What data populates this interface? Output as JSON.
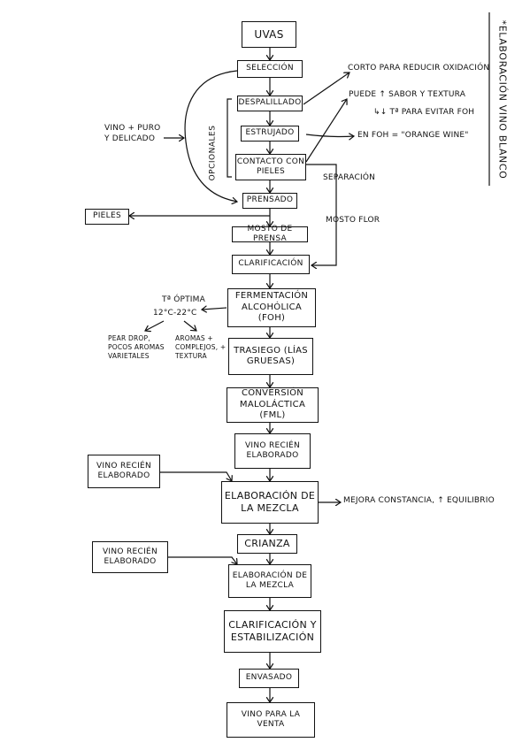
{
  "title": "*Elaboración vino blanco",
  "nodes": {
    "uvas": "Uvas",
    "seleccion": "Selección",
    "despalillado": "Despalillado",
    "estrujado": "Estrujado",
    "contacto": "Contacto con pieles",
    "prensado": "Prensado",
    "mosto_prensa": "Mosto de prensa",
    "clarificacion": "Clarificación",
    "fermentacion": "Fermentación alcohólica (FOH)",
    "trasiego": "Trasiego (lías gruesas)",
    "conversion": "Conversión maloláctica (FML)",
    "vino_recien_1": "Vino recién elaborado",
    "vino_recien_2": "Vino recién elaborado",
    "elaboracion_mezcla_1": "Elaboración de la mezcla",
    "crianza": "Crianza",
    "vino_recien_3": "Vino recién elaborado",
    "elaboracion_mezcla_2": "Elaboración de la mezcla",
    "clarif_estab": "Clarificación y estabilización",
    "envasado": "Envasado",
    "vino_venta": "Vino para la venta",
    "pieles": "Pieles"
  },
  "notes": {
    "opcionales": "Opcionales",
    "vino_puro": "Vino + puro y delicado",
    "corto": "Corto para reducir oxidación",
    "puede": "Puede ↑ sabor y textura",
    "temp": "↳↓ Tª para evitar FOH",
    "en_foh": "En FOH = \"orange wine\"",
    "separacion": "Separación",
    "mosto_flor": "Mosto flor",
    "t_optima": "Tª óptima",
    "rango": "12°C-22°C",
    "pear": "Pear drop, pocos aromas varietales",
    "aromas": "Aromas + complejos, + textura",
    "mejora": "Mejora constancia, ↑ equilibrio"
  }
}
